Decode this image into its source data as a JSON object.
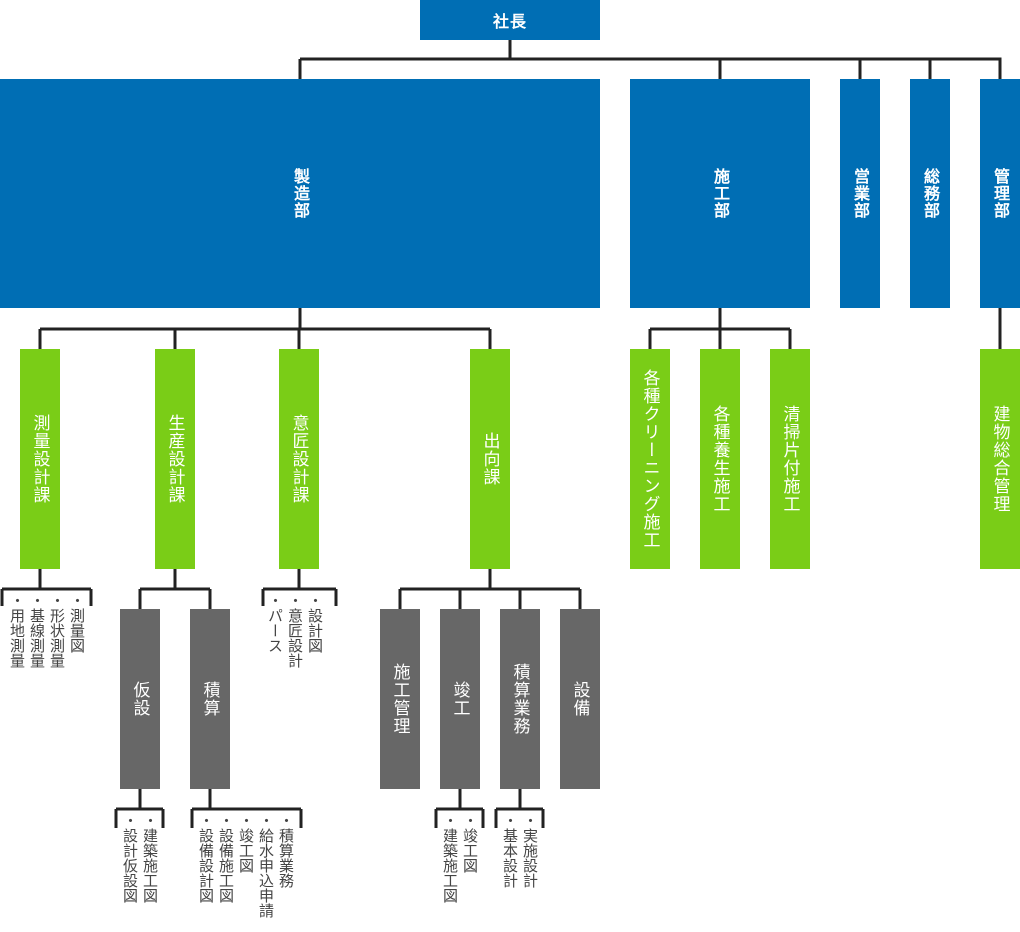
{
  "colors": {
    "department": "#006eb4",
    "section": "#7acd17",
    "unit": "#676767",
    "line": "#222222",
    "note_text": "#444444"
  },
  "president": "社長",
  "departments": [
    {
      "id": "seizo",
      "label": "製造部"
    },
    {
      "id": "seko",
      "label": "施工部"
    },
    {
      "id": "eigyo",
      "label": "営業部"
    },
    {
      "id": "somu",
      "label": "総務部"
    },
    {
      "id": "kanri",
      "label": "管理部"
    }
  ],
  "sections": [
    {
      "id": "sokuryo",
      "parent": "製造部",
      "label": "測量設計課",
      "notes": [
        "・測量図",
        "・形状測量",
        "・基線測量",
        "・用地測量"
      ]
    },
    {
      "id": "seisan",
      "parent": "製造部",
      "label": "生産設計課"
    },
    {
      "id": "isho",
      "parent": "製造部",
      "label": "意匠設計課",
      "notes": [
        "・設計図",
        "・意匠設計",
        "・パース"
      ]
    },
    {
      "id": "shukko",
      "parent": "製造部",
      "label": "出向課"
    },
    {
      "id": "cleaning",
      "parent": "施工部",
      "label": "各種クリーニング施工"
    },
    {
      "id": "yojo",
      "parent": "施工部",
      "label": "各種養生施工"
    },
    {
      "id": "seiso",
      "parent": "施工部",
      "label": "清掃片付施工"
    },
    {
      "id": "tatemono",
      "parent": "管理部",
      "label": "建物総合管理"
    }
  ],
  "units": [
    {
      "id": "kasetsu",
      "parent": "生産設計課",
      "label": "仮設",
      "notes": [
        "・建築施工図",
        "・設計仮設図"
      ]
    },
    {
      "id": "sekisan",
      "parent": "生産設計課",
      "label": "積算",
      "notes": [
        "・積算業務",
        "・給水申込申請",
        "・竣工図",
        "・設備施工図",
        "・設備設計図"
      ]
    },
    {
      "id": "sekokanri",
      "parent": "出向課",
      "label": "施工管理"
    },
    {
      "id": "shunko",
      "parent": "出向課",
      "label": "竣工",
      "notes": [
        "・竣工図",
        "・建築施工図"
      ]
    },
    {
      "id": "sekisangyomu",
      "parent": "出向課",
      "label": "積算業務",
      "notes": [
        "・実施設計",
        "・基本設計"
      ]
    },
    {
      "id": "setsubi",
      "parent": "出向課",
      "label": "設備"
    }
  ]
}
